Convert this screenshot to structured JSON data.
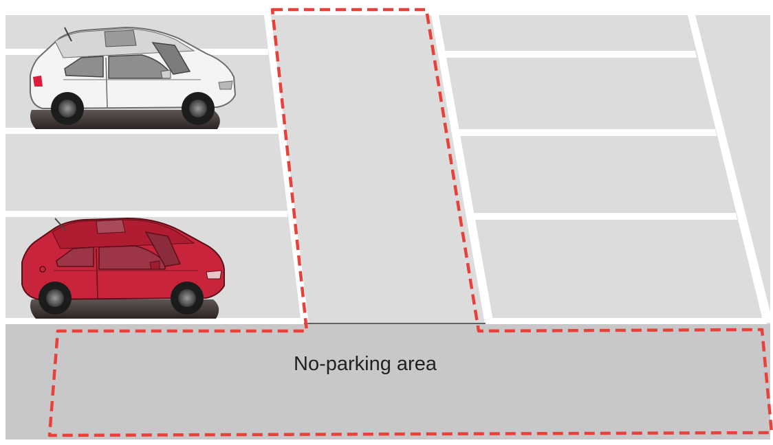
{
  "labels": {
    "no_parking": "No-parking area"
  },
  "colors": {
    "paved_area": "#dcdcdc",
    "no_parking_strip": "#c8c8ca",
    "line_marking": "#ffffff",
    "boundary_dash": "#e8413a",
    "car_white_body": "#f4f4f4",
    "car_red_body": "#c8243c",
    "tire": "#1c1c1c"
  },
  "vehicles": [
    {
      "name": "white-car",
      "color": "white"
    },
    {
      "name": "red-car",
      "color": "red"
    }
  ]
}
